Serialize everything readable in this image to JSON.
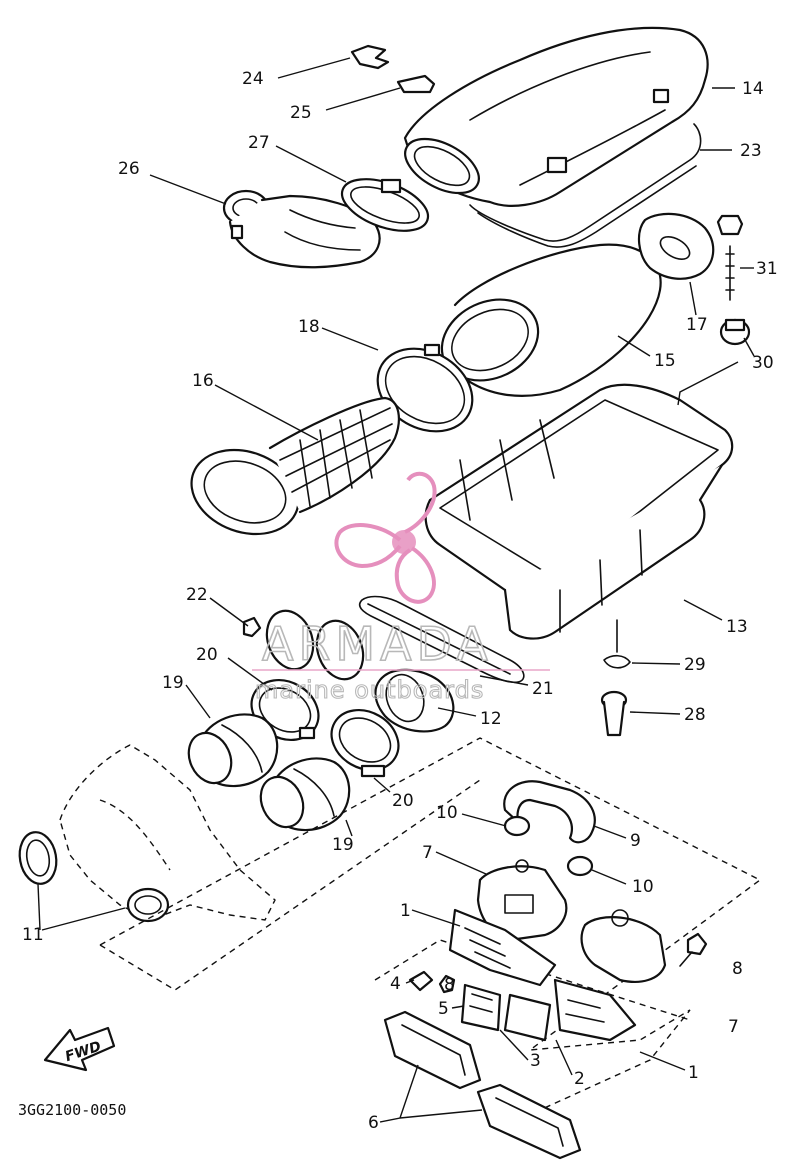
{
  "diagram": {
    "code": "3GG2100-0050",
    "fwd_label": "FWD",
    "watermark": {
      "brand": "ARMADA",
      "tagline": "marine outboards",
      "color": "#e58fbd"
    },
    "part_labels": {
      "p1a": "1",
      "p1b": "1",
      "p2": "2",
      "p3": "3",
      "p4": "4",
      "p5": "5",
      "p6": "6",
      "p7a": "7",
      "p7b": "7",
      "p8a": "8",
      "p8b": "8",
      "p9": "9",
      "p10a": "10",
      "p10b": "10",
      "p11": "11",
      "p12": "12",
      "p13": "13",
      "p14": "14",
      "p15": "15",
      "p16": "16",
      "p17": "17",
      "p18": "18",
      "p19a": "19",
      "p19b": "19",
      "p20a": "20",
      "p20b": "20",
      "p21": "21",
      "p22": "22",
      "p23": "23",
      "p24": "24",
      "p25": "25",
      "p26": "26",
      "p27": "27",
      "p28": "28",
      "p29": "29",
      "p30": "30",
      "p31": "31"
    }
  }
}
